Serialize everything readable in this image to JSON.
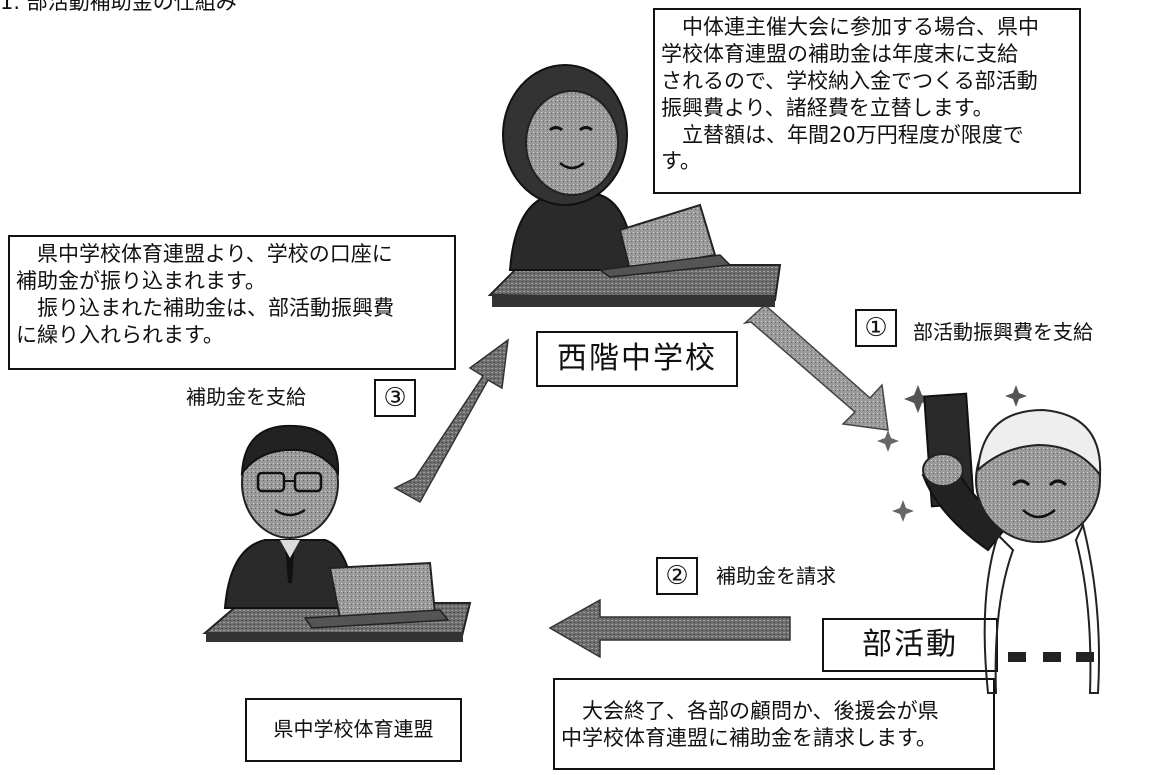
{
  "header": {
    "title": "1. 部活動補助金の仕組み"
  },
  "nodes": {
    "school": "西階中学校",
    "club": "部活動",
    "federation": "県中学校体育連盟"
  },
  "steps": [
    {
      "number": "①",
      "label": "部活動振興費を支給"
    },
    {
      "number": "②",
      "label": "補助金を請求"
    },
    {
      "number": "③",
      "label": "補助金を支給"
    }
  ],
  "notes": {
    "school": [
      "　中体連主催大会に参加する場合、県中",
      "学校体育連盟の補助金は年度末に支給",
      "されるので、学校納入金でつくる部活動",
      "振興費より、諸経費を立替します。",
      "　立替額は、年間20万円程度が限度で",
      "す。"
    ],
    "federation": [
      "　県中学校体育連盟より、学校の口座に",
      "補助金が振り込まれます。",
      "　振り込まれた補助金は、部活動振興費",
      "に繰り入れられます。"
    ],
    "club": [
      "　大会終了、各部の顧問か、後援会が県",
      "中学校体育連盟に補助金を請求します。"
    ]
  },
  "colors": {
    "ink": "#111111",
    "arrow": "#555555",
    "figure": "#7a7a7a",
    "dark": "#2a2a2a"
  }
}
